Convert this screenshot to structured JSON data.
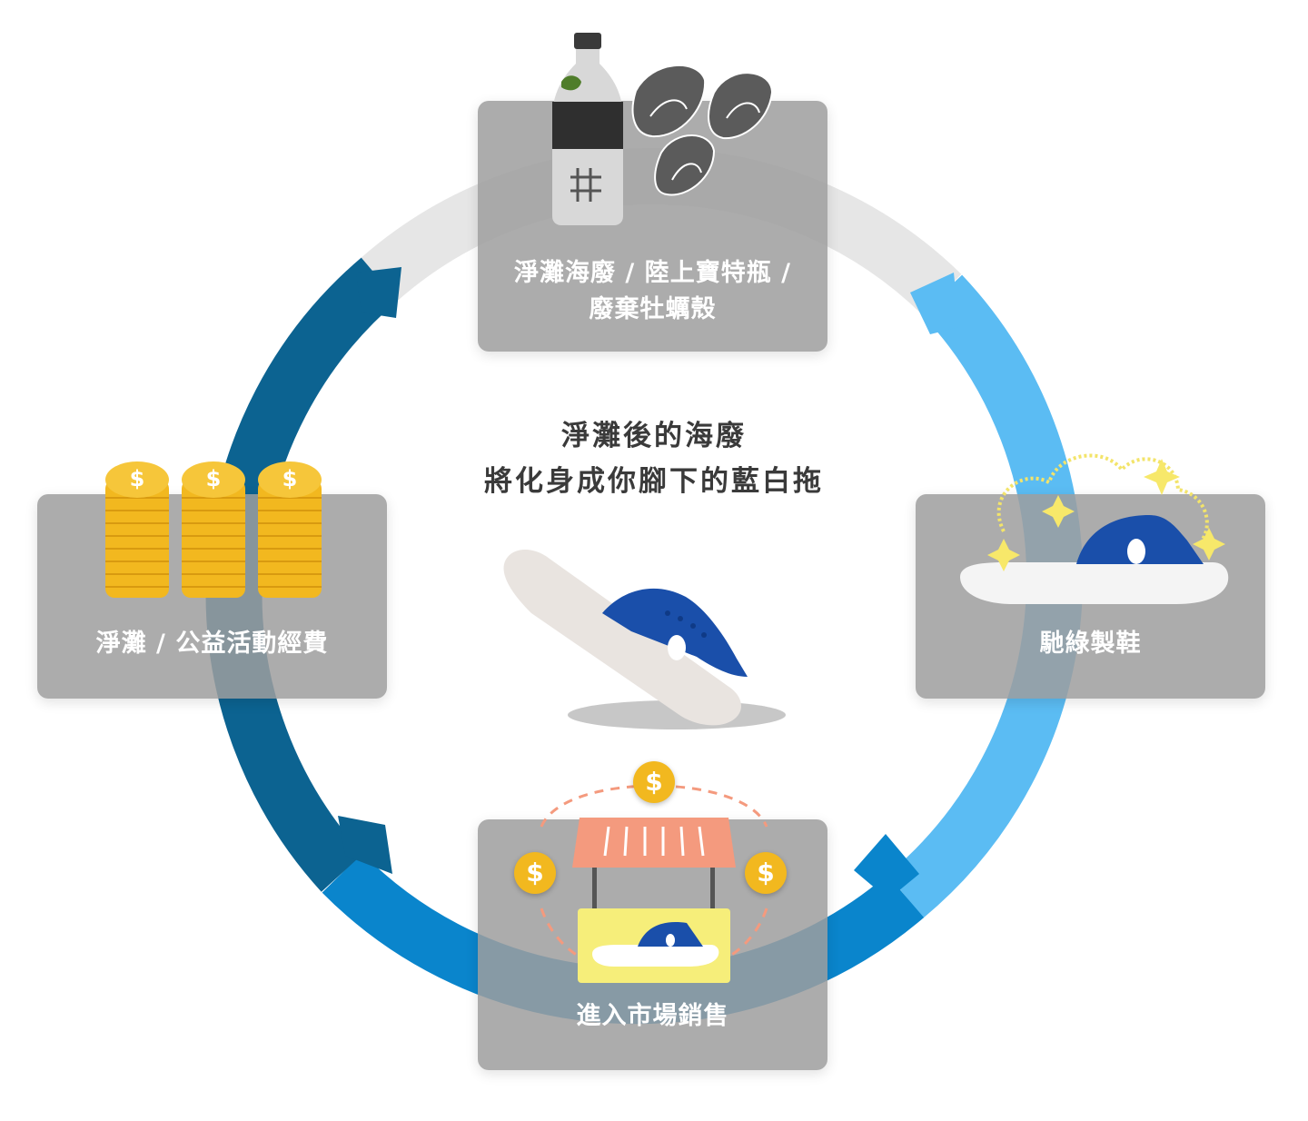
{
  "center": {
    "line1": "淨灘後的海廢",
    "line2": "將化身成你腳下的藍白拖"
  },
  "steps": {
    "top": {
      "line1": "淨灘海廢 / 陸上寶特瓶 /",
      "line2": "廢棄牡蠣殼",
      "icons": [
        "bottle-icon",
        "oyster-shell-icon"
      ]
    },
    "right": {
      "label": "馳綠製鞋",
      "icons": [
        "slipper-icon",
        "sparkle-icon",
        "cloud-icon"
      ]
    },
    "bottom": {
      "label": "進入市場銷售",
      "icons": [
        "market-stall-icon",
        "coin-icon",
        "slipper-icon"
      ]
    },
    "left": {
      "label": "淨灘 / 公益活動經費",
      "icons": [
        "coin-stack-icon"
      ]
    }
  },
  "coin_symbol": "$",
  "colors": {
    "ring_light_gray": "#e6e6e6",
    "ring_light_blue": "#5bbcf3",
    "ring_mid_blue": "#0a85cc",
    "ring_dark_blue": "#0c6391",
    "card_gray": "#9e9e9e",
    "slipper_blue": "#1a4faa",
    "coin_gold": "#f2b81f",
    "awning_salmon": "#f49a7e",
    "sign_yellow": "#f6ee7a"
  }
}
